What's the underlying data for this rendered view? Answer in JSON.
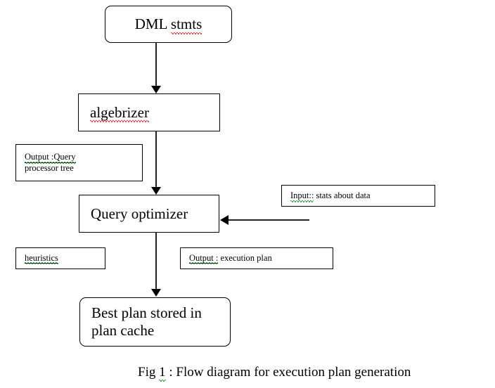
{
  "figure": {
    "caption_prefix": "Fig ",
    "caption_number": "1",
    "caption_rest": " : Flow diagram for execution plan generation"
  },
  "nodes": {
    "dml": {
      "text_plain": "DML ",
      "text_misspelled": "stmts",
      "shape": "rounded-rectangle"
    },
    "algebrizer": {
      "text_misspelled": "algebrizer",
      "shape": "rectangle"
    },
    "optimizer": {
      "text": "Query optimizer",
      "shape": "rectangle"
    },
    "bestplan": {
      "line1": "Best plan stored in",
      "line2": "plan cache",
      "shape": "rounded-rectangle"
    }
  },
  "notes": {
    "query_processor_tree": {
      "line1_marked": "Output :Query",
      "line2": "processor tree"
    },
    "input_stats": {
      "marked": "Input::",
      "rest": " stats about data"
    },
    "heuristics": {
      "marked": "heuristics"
    },
    "execution_plan": {
      "marked": "Output :",
      "rest": " execution plan"
    }
  },
  "connectors": [
    {
      "name": "dml-to-algebrizer",
      "from": "dml",
      "to": "algebrizer",
      "direction": "down"
    },
    {
      "name": "algebrizer-to-optimizer",
      "from": "algebrizer",
      "to": "optimizer",
      "direction": "down"
    },
    {
      "name": "stats-to-optimizer",
      "from": "input_stats",
      "to": "optimizer",
      "direction": "left"
    },
    {
      "name": "optimizer-to-bestplan",
      "from": "optimizer",
      "to": "bestplan",
      "direction": "down"
    }
  ],
  "colors": {
    "stroke": "#000000",
    "connector": "#222222",
    "background": "#ffffff",
    "spellcheck_red": "#cc2020",
    "grammarcheck_green": "#1f8a2f"
  }
}
